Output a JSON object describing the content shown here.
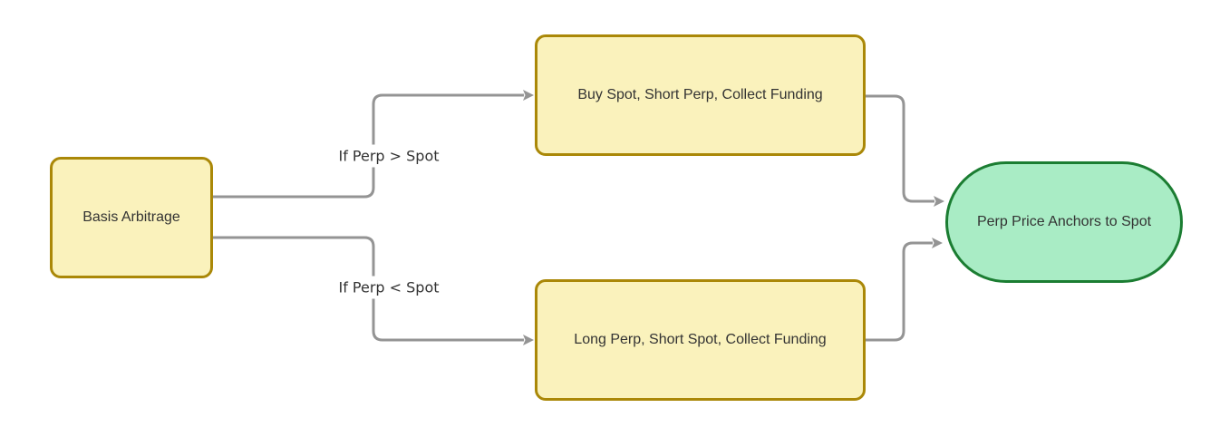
{
  "colors": {
    "node-fill": "#faf2bc",
    "node-stroke": "#aa8808",
    "result-fill": "#a9ecc5",
    "result-stroke": "#1b7d32",
    "edge": "#949494",
    "text": "#333333",
    "bg": "#ffffff"
  },
  "diagram": {
    "type": "flowchart",
    "direction": "left-to-right",
    "nodes": [
      {
        "id": "basis",
        "label": "Basis Arbitrage",
        "shape": "rounded-rectangle"
      },
      {
        "id": "buy-spot",
        "label": "Buy Spot, Short Perp, Collect Funding",
        "shape": "rounded-rectangle"
      },
      {
        "id": "long-perp",
        "label": "Long Perp, Short Spot, Collect Funding",
        "shape": "rounded-rectangle"
      },
      {
        "id": "anchor",
        "label": "Perp Price Anchors to Spot",
        "shape": "stadium"
      }
    ],
    "edges": [
      {
        "from": "basis",
        "to": "buy-spot",
        "label": "If Perp > Spot"
      },
      {
        "from": "basis",
        "to": "long-perp",
        "label": "If Perp < Spot"
      },
      {
        "from": "buy-spot",
        "to": "anchor",
        "label": ""
      },
      {
        "from": "long-perp",
        "to": "anchor",
        "label": ""
      }
    ]
  }
}
